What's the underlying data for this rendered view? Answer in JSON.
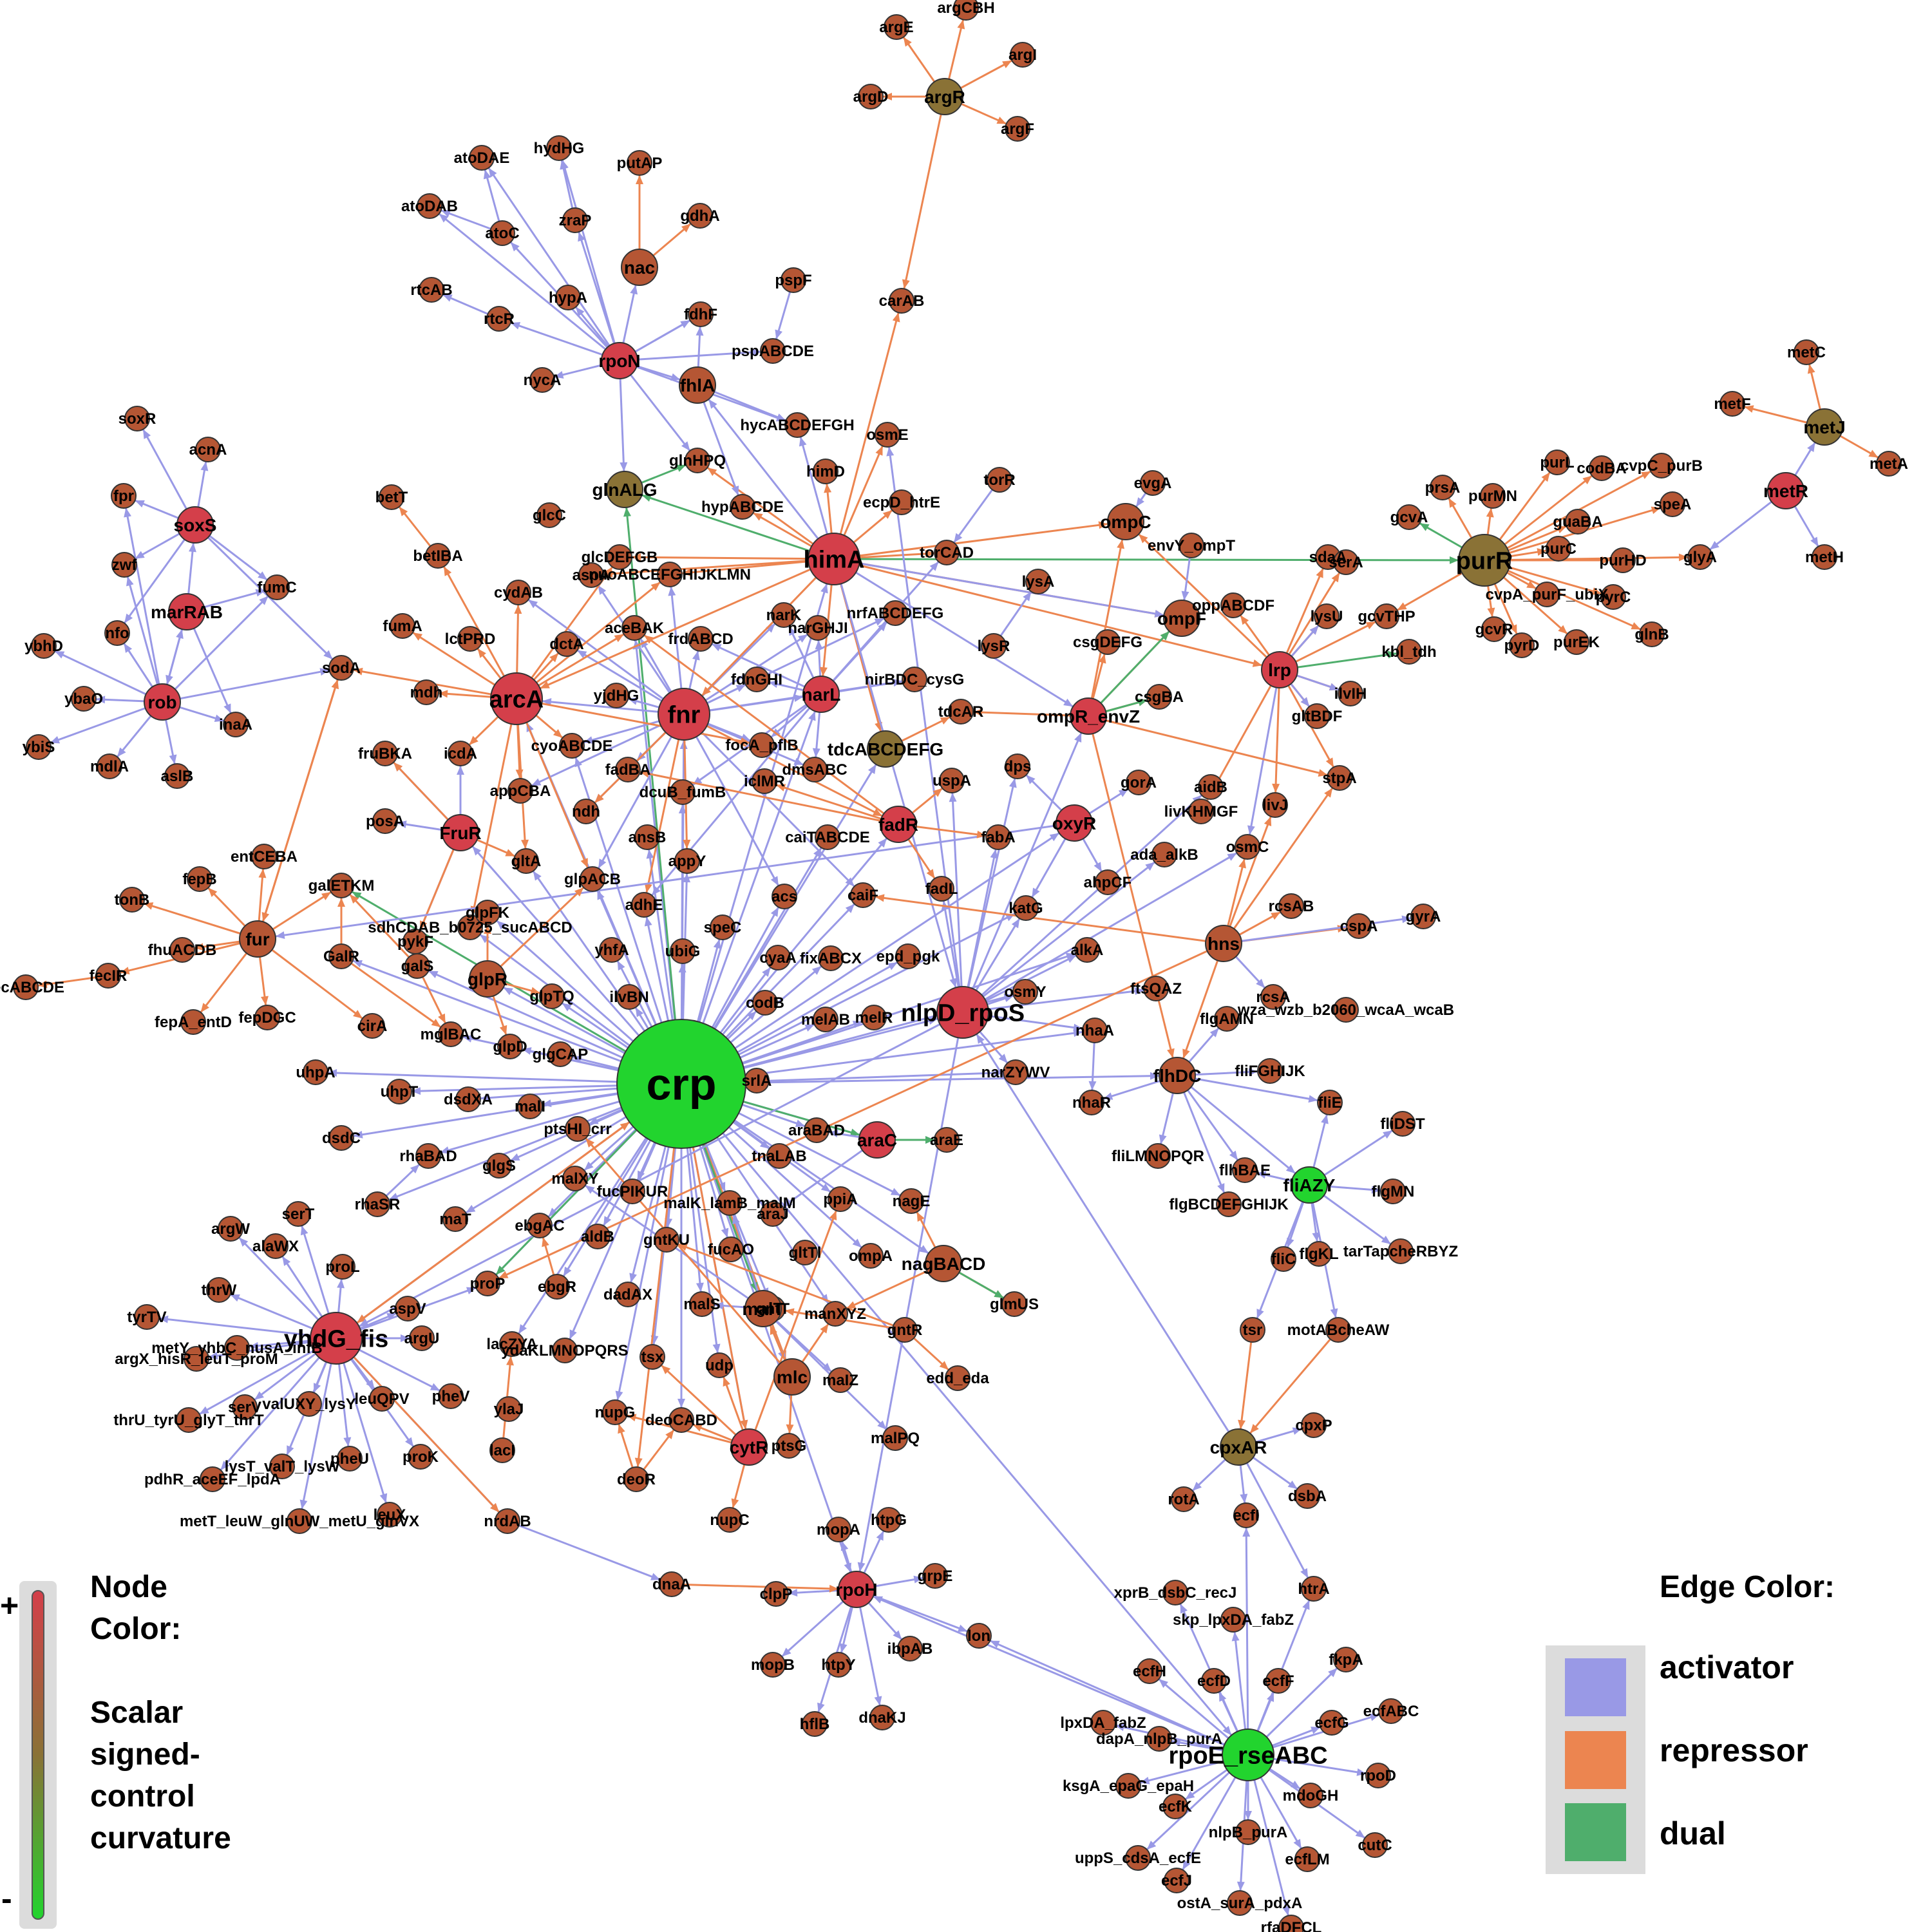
{
  "colors": {
    "activator": "#9999e6",
    "repressor": "#ec8550",
    "dual": "#4fae6c",
    "node_high": "#d43f4a",
    "node_mid": "#8a7236",
    "node_low": "#22d42e",
    "node_default": "#b55634",
    "node_stroke": "#333333",
    "legend_box": "#dcdcdc"
  },
  "legend": {
    "node_title_line1": "Node",
    "node_title_line2": "Color:",
    "node_desc_lines": [
      "Scalar",
      "signed-",
      "control",
      "curvature"
    ],
    "plus": "+",
    "minus": "-",
    "edge_title": "Edge Color:",
    "edge_items": [
      {
        "label": "activator",
        "type": "activator"
      },
      {
        "label": "repressor",
        "type": "repressor"
      },
      {
        "label": "dual",
        "type": "dual"
      }
    ]
  },
  "nodes": [
    {
      "id": "crp",
      "label": "crp",
      "c": "low",
      "hub": 3
    },
    {
      "id": "fnr",
      "label": "fnr",
      "c": "high",
      "hub": 2
    },
    {
      "id": "arcA",
      "label": "arcA",
      "c": "high",
      "hub": 2
    },
    {
      "id": "himA",
      "label": "himA",
      "c": "high",
      "hub": 2
    },
    {
      "id": "nlpD_rpoS",
      "label": "nlpD_rpoS",
      "c": "high",
      "hub": 2
    },
    {
      "id": "fis",
      "label": "yhdG_fis",
      "c": "high",
      "hub": 2
    },
    {
      "id": "purR",
      "label": "purR",
      "c": "mid",
      "hub": 2
    },
    {
      "id": "rpoE",
      "label": "rpoE_rseABC",
      "c": "low",
      "hub": 2
    },
    {
      "id": "fliAZY",
      "label": "fliAZY",
      "c": "low",
      "hub": 1
    },
    {
      "id": "rpoN",
      "label": "rpoN",
      "c": "high",
      "hub": 1
    },
    {
      "id": "rob",
      "label": "rob",
      "c": "high",
      "hub": 1
    },
    {
      "id": "lrp",
      "label": "lrp",
      "c": "high",
      "hub": 1
    },
    {
      "id": "narL",
      "label": "narL",
      "c": "high",
      "hub": 1
    },
    {
      "id": "rpoH",
      "label": "rpoH",
      "c": "high",
      "hub": 1
    },
    {
      "id": "soxS",
      "label": "soxS",
      "c": "high",
      "hub": 1
    },
    {
      "id": "marRAB",
      "label": "marRAB",
      "c": "high",
      "hub": 1
    },
    {
      "id": "metR",
      "label": "metR",
      "c": "high",
      "hub": 1
    },
    {
      "id": "argR",
      "label": "argR",
      "c": "mid",
      "hub": 1
    },
    {
      "id": "metJ",
      "label": "metJ",
      "c": "mid",
      "hub": 1
    },
    {
      "id": "glnALG",
      "label": "glnALG",
      "c": "mid",
      "hub": 1
    },
    {
      "id": "tdcABCDEFG",
      "label": "tdcABCDEFG",
      "c": "mid",
      "hub": 1
    },
    {
      "id": "cpxAR",
      "label": "cpxAR",
      "c": "mid",
      "hub": 1
    },
    {
      "id": "fur",
      "label": "fur",
      "c": "default",
      "hub": 1
    },
    {
      "id": "oxyR",
      "label": "oxyR",
      "c": "high",
      "hub": 1
    },
    {
      "id": "FruR",
      "label": "FruR",
      "c": "high",
      "hub": 1
    },
    {
      "id": "flhDC",
      "label": "flhDC",
      "c": "default",
      "hub": 1
    },
    {
      "id": "ompR_envZ",
      "label": "ompR_envZ",
      "c": "high",
      "hub": 1
    },
    {
      "id": "hns",
      "label": "hns",
      "c": "default",
      "hub": 1
    },
    {
      "id": "ompC",
      "label": "ompC",
      "c": "default",
      "hub": 1
    },
    {
      "id": "ompF",
      "label": "ompF",
      "c": "default",
      "hub": 1
    },
    {
      "id": "fadR",
      "label": "fadR",
      "c": "high",
      "hub": 1
    },
    {
      "id": "mlc",
      "label": "mlc",
      "c": "default",
      "hub": 1
    },
    {
      "id": "cytR",
      "label": "cytR",
      "c": "high",
      "hub": 1
    },
    {
      "id": "nagBACD",
      "label": "nagBACD",
      "c": "default",
      "hub": 1
    },
    {
      "id": "malT",
      "label": "malT",
      "c": "default",
      "hub": 1
    },
    {
      "id": "araC",
      "label": "araC",
      "c": "high",
      "hub": 1
    },
    {
      "id": "glpR",
      "label": "glpR",
      "c": "default",
      "hub": 1
    },
    {
      "id": "nac",
      "label": "nac",
      "c": "default",
      "hub": 1
    },
    {
      "id": "fhlA",
      "label": "fhlA",
      "c": "default",
      "hub": 1
    }
  ],
  "labels": [
    "argE",
    "argCBH",
    "argI",
    "argD",
    "argF",
    "carAB",
    "atoDAE",
    "hydHG",
    "putAP",
    "atoDAB",
    "atoC",
    "zraP",
    "gdhA",
    "rtcAB",
    "rtcR",
    "hypA",
    "nycA",
    "fdhF",
    "pspF",
    "pspABCDE",
    "hycABCDEFGH",
    "glnHPQ",
    "osmE",
    "himD",
    "ecpD_htrE",
    "hypABCDE",
    "glcC",
    "glcDEFGB",
    "aspA",
    "nuoABCEFGHIJKLMN",
    "torR",
    "torCAD",
    "envY_ompT",
    "evgA",
    "metC",
    "metF",
    "metA",
    "metH",
    "purL",
    "codBA",
    "cvpC_purB",
    "prsA",
    "purMN",
    "guaBA",
    "speA",
    "purC",
    "purHD",
    "glyA",
    "cvpA_purF_ubiX",
    "pyrC",
    "purEK",
    "gcvR",
    "pyrD",
    "glnB",
    "gcvA",
    "sdaA",
    "serA",
    "lysU",
    "gcvTHP",
    "kbl_tdh",
    "oppABCDF",
    "ilvIH",
    "gltBDF",
    "soxR",
    "acnA",
    "fpr",
    "zwf",
    "nfo",
    "ybhD",
    "ybaO",
    "ybiS",
    "mdlA",
    "aslB",
    "inaA",
    "fumC",
    "sodA",
    "betT",
    "betIBA",
    "cydAB",
    "fumA",
    "lctPRD",
    "mdh",
    "dctA",
    "aceBAK",
    "frdABCD",
    "narK",
    "narGHJI",
    "nrfABCDEFG",
    "fdnGHI",
    "nirBDC_cysG",
    "yjdHG",
    "lysA",
    "lysR",
    "csgDEFG",
    "csgBA",
    "tdcAR",
    "cyoABCDE",
    "focA_pflB",
    "fruBKA",
    "icdA",
    "fadBA",
    "dmsABC",
    "uspA",
    "dps",
    "gorA",
    "aidB",
    "livKHMGF",
    "livJ",
    "stpA",
    "appCBA",
    "ndh",
    "dcuB_fumB",
    "iclMR",
    "posA",
    "caiTABCDE",
    "ansB",
    "fabA",
    "ahpCF",
    "ada_alkB",
    "osmC",
    "entCEBA",
    "galETKM",
    "gltA",
    "pykF",
    "appY",
    "fadL",
    "fepB",
    "glpACB",
    "adhE",
    "acs",
    "caiF",
    "katG",
    "alkA",
    "rcsAB",
    "cspA",
    "gyrA",
    "tonB",
    "sdhCDAB_b0725_sucABCD",
    "speC",
    "cyaA",
    "fixABCX",
    "epd_pgk",
    "fhuACDB",
    "GalR",
    "galS",
    "glpFK",
    "yhfA",
    "ubiG",
    "ftsQAZ",
    "osmY",
    "rcsA",
    "wza_wzb_b2060_wcaA_wcaB",
    "fecIR",
    "fecABCDE",
    "fepDGC",
    "fepA_entD",
    "cirA",
    "mglBAC",
    "glpTQ",
    "ilvBN",
    "codB",
    "melAB",
    "melR",
    "nhaA",
    "flgAMN",
    "narZYWV",
    "glpD",
    "glgCAP",
    "nhaR",
    "fliFGHIJK",
    "fliE",
    "uhpA",
    "uhpT",
    "dsdXA",
    "malI",
    "srlA",
    "fliDST",
    "dsdC",
    "ptsHI_crr",
    "araBAD",
    "araE",
    "tnaLAB",
    "fliLMNOPQR",
    "flhBAE",
    "flgMN",
    "rhaBAD",
    "glgS",
    "malXY",
    "rhaSR",
    "maT",
    "fucPIKUR",
    "malK_lamB_malM",
    "ppiA",
    "nagE",
    "flgBCDEFGHIJK",
    "flgKL",
    "tarTapcheRBYZ",
    "argW",
    "serT",
    "alaWX",
    "proL",
    "ebgAC",
    "aldB",
    "araJ",
    "gltTl",
    "ompA",
    "thrW",
    "aspV",
    "proP",
    "ebgR",
    "dadAX",
    "gntKU",
    "fucAO",
    "glmUS",
    "tyrTV",
    "metY_yhbC_nusA_infB",
    "argU",
    "gntT",
    "manXYZ",
    "fliC",
    "argX_hisR_leuT_proM",
    "lacZYA",
    "ydaKLMNOPQRS",
    "malS",
    "gntR",
    "edd_eda",
    "tsr",
    "motABcheAW",
    "thrU_tyrU_glyT_thrT",
    "serV",
    "valUXY_lysY",
    "leuQPV",
    "pheV",
    "ylaJ",
    "tsx",
    "udp",
    "maIZ",
    "lacI",
    "nupG",
    "deoCABD",
    "ptsG",
    "malPQ",
    "cpxP",
    "pdhR_aceEF_lpdA",
    "lysT_valT_lysW",
    "pheU",
    "proK",
    "deoR",
    "nupC",
    "rotA",
    "dsbA",
    "metT_leuW_glnUW_metU_glnVX",
    "leuX",
    "nrdAB",
    "mopA",
    "ecfI",
    "htpG",
    "dnaA",
    "clpP",
    "grpE",
    "xprB_dsbC_recJ",
    "htrA",
    "skp_lpxDA_fabZ",
    "lon",
    "ibpAB",
    "mopB",
    "htpY",
    "ecfH",
    "ecfD",
    "ecfF",
    "fkpA",
    "hflB",
    "dnaKJ",
    "lpxDA_fabZ",
    "dapA_nlpB_purA",
    "ecfG",
    "ecfABC",
    "ksgA_epaG_epaH",
    "mdoGH",
    "rpoD",
    "ecfK",
    "nlpB_purA",
    "cutC",
    "uppS_cdsA_ecfE",
    "ecfJ",
    "ecfLM",
    "ostA_surA_pdxA",
    "rfaDFCL"
  ]
}
